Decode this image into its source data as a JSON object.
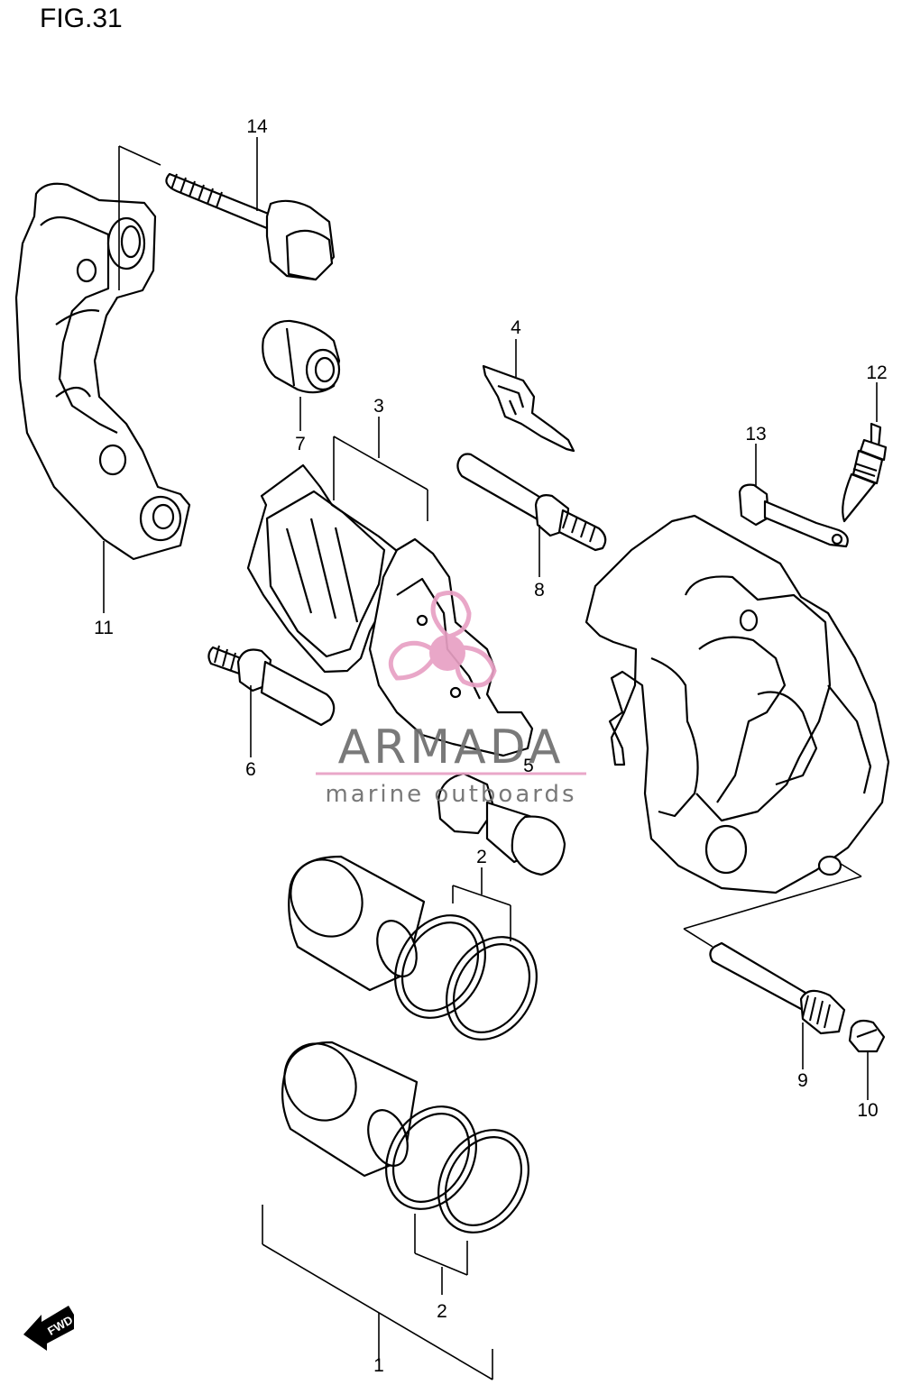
{
  "figure": {
    "title": "FIG.31"
  },
  "callouts": {
    "c1": "1",
    "c2a": "2",
    "c2b": "2",
    "c3": "3",
    "c4": "4",
    "c5": "5",
    "c6": "6",
    "c7": "7",
    "c8": "8",
    "c9": "9",
    "c10": "10",
    "c11": "11",
    "c12": "12",
    "c13": "13",
    "c14": "14"
  },
  "watermark": {
    "brand": "ARMADA",
    "tagline": "marine outboards",
    "color_logo": "#e8a0c4",
    "color_text": "#6e6e6e"
  },
  "direction_badge": {
    "label": "FWD",
    "icon": "arrow-left-icon"
  }
}
